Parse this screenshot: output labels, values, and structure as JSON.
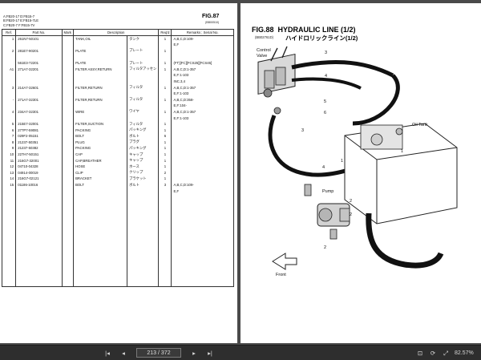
{
  "left_page": {
    "models": [
      "A:FB20-17  D:FB15-7",
      "B:FB20-17 E:FB15-7LE",
      "C:FB20-7  F:FB15-7V"
    ],
    "fig": "FIG.87",
    "fig_code": "(BB00510)",
    "headers": [
      "Ref.",
      "Part No.",
      "Mark",
      "Description",
      "",
      "Req'd",
      "Remarks ; Serial No."
    ],
    "rows": [
      {
        "ref": "1",
        "part": "261N7-50101",
        "mark": "",
        "desc": "TANK,OIL",
        "jp": "タンク",
        "qty": "1",
        "rem": "A,B,C,D:109-"
      },
      {
        "ref": "",
        "part": "",
        "mark": "",
        "desc": "",
        "jp": "",
        "qty": "",
        "rem": "E,F"
      },
      {
        "ref": "2",
        "part": "281E7-90201",
        "mark": "",
        "desc": "PLATE",
        "jp": "プレート",
        "qty": "1",
        "rem": ""
      },
      {
        "ref": "",
        "part": "",
        "mark": "",
        "desc": "",
        "jp": "",
        "qty": "",
        "rem": ""
      },
      {
        "ref": "",
        "part": "561E3-72201",
        "mark": "",
        "desc": "PLATE",
        "jp": "プレート",
        "qty": "1",
        "rem": "(FT)[FC][FCS25][FCS45]"
      },
      {
        "ref": "A1",
        "part": "271A7-32201",
        "mark": "",
        "desc": "FILTER ASSY,RETURN",
        "jp": "フィルタアッセン",
        "qty": "1",
        "rem": "A,B,C,D:1-357"
      },
      {
        "ref": "",
        "part": "",
        "mark": "",
        "desc": "",
        "jp": "",
        "qty": "",
        "rem": "E,F:1-103"
      },
      {
        "ref": "",
        "part": "",
        "mark": "",
        "desc": "",
        "jp": "",
        "qty": "",
        "rem": "INC.3,4"
      },
      {
        "ref": "3",
        "part": "214A7-32601",
        "mark": "",
        "desc": "FILTER,RETURN",
        "jp": "フィルタ",
        "qty": "1",
        "rem": "A,B,C,D:1-357"
      },
      {
        "ref": "",
        "part": "",
        "mark": "",
        "desc": "",
        "jp": "",
        "qty": "",
        "rem": "E,F:1-103"
      },
      {
        "ref": "-",
        "part": "271A7-32301",
        "mark": "",
        "desc": "FILTER,RETURN",
        "jp": "フィルタ",
        "qty": "1",
        "rem": "A,B,C,D:358-"
      },
      {
        "ref": "",
        "part": "",
        "mark": "",
        "desc": "",
        "jp": "",
        "qty": "",
        "rem": "E,F:104-"
      },
      {
        "ref": "4",
        "part": "234A7-32301",
        "mark": "",
        "desc": "WIRE",
        "jp": "ワイヤ",
        "qty": "1",
        "rem": "A,B,C,D:1-357"
      },
      {
        "ref": "",
        "part": "",
        "mark": "",
        "desc": "",
        "jp": "",
        "qty": "",
        "rem": "E,F:1-103"
      },
      {
        "ref": "5",
        "part": "215E7-32001",
        "mark": "",
        "desc": "FILTER,SUCTION",
        "jp": "フィルタ",
        "qty": "1",
        "rem": ""
      },
      {
        "ref": "6",
        "part": "277P7-59081",
        "mark": "",
        "desc": "PACKING",
        "jp": "パッキング",
        "qty": "1",
        "rem": ""
      },
      {
        "ref": "7",
        "part": "029F2-05151",
        "mark": "",
        "desc": "BOLT",
        "jp": "ボルト",
        "qty": "6",
        "rem": ""
      },
      {
        "ref": "8",
        "part": "21237-50351",
        "mark": "",
        "desc": "PLUG",
        "jp": "プラグ",
        "qty": "1",
        "rem": ""
      },
      {
        "ref": "9",
        "part": "21237-50382",
        "mark": "",
        "desc": "PACKING",
        "jp": "パッキング",
        "qty": "1",
        "rem": ""
      },
      {
        "ref": "10",
        "part": "227H7-50151",
        "mark": "",
        "desc": "CAP",
        "jp": "キャップ",
        "qty": "1",
        "rem": ""
      },
      {
        "ref": "11",
        "part": "216G7-32001",
        "mark": "",
        "desc": "CAP,BREATHER",
        "jp": "キャップ",
        "qty": "1",
        "rem": ""
      },
      {
        "ref": "12",
        "part": "04710-04328",
        "mark": "",
        "desc": "HOSE",
        "jp": "ホース",
        "qty": "1",
        "rem": ""
      },
      {
        "ref": "13",
        "part": "04914-00019",
        "mark": "",
        "desc": "CLIP",
        "jp": "クリップ",
        "qty": "2",
        "rem": ""
      },
      {
        "ref": "14",
        "part": "216G7-02121",
        "mark": "",
        "desc": "BRACKET",
        "jp": "ブラケット",
        "qty": "1",
        "rem": ""
      },
      {
        "ref": "15",
        "part": "01186-10016",
        "mark": "",
        "desc": "BOLT",
        "jp": "ボルト",
        "qty": "3",
        "rem": "A,B,C,D:109-"
      },
      {
        "ref": "",
        "part": "",
        "mark": "",
        "desc": "",
        "jp": "",
        "qty": "",
        "rem": "E,F"
      }
    ]
  },
  "right_page": {
    "fig": "FIG.88",
    "fig_code": "(BB02761D)",
    "title": "HYDRAULIC LINE (1/2)",
    "subtitle": "ハイドロリックライン(1/2)",
    "labels": {
      "control_valve": "Control",
      "control_valve_2": "Valve",
      "oil_tank": "Oil Tank",
      "pump": "Pump",
      "front": "Front"
    },
    "callouts": [
      "3",
      "4",
      "5",
      "6",
      "1",
      "2",
      "2",
      "1",
      "3",
      "4",
      "2"
    ]
  },
  "toolbar": {
    "page_value": "213 / 372",
    "zoom": "82.57%",
    "icons": [
      "first-page-icon",
      "prev-page-icon",
      "next-page-icon",
      "last-page-icon",
      "fit-page-icon",
      "rotate-icon",
      "fullscreen-icon"
    ]
  },
  "colors": {
    "viewer_bg": "#4a4a4a",
    "toolbar_bg": "#2e2e2e",
    "page_bg": "#ffffff"
  }
}
